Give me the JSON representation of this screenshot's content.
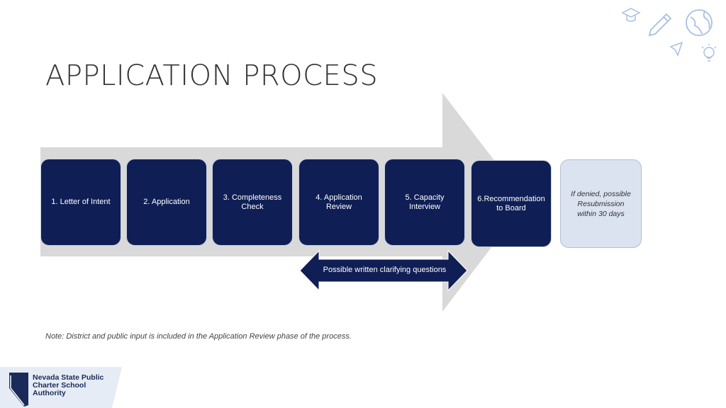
{
  "title": "APPLICATION PROCESS",
  "steps": [
    {
      "label": "1. Letter of Intent"
    },
    {
      "label": "2. Application"
    },
    {
      "label": "3. Completeness Check"
    },
    {
      "label": "4. Application Review"
    },
    {
      "label": "5. Capacity Interview"
    },
    {
      "label": "6.Recommendation to Board"
    }
  ],
  "resubmission": "If denied, possible Resubmission within 30 days",
  "clarifying_arrow": "Possible written clarifying questions",
  "note": "Note: District and public input is included in the Application Review phase of the process.",
  "logo": {
    "text": "Nevada State Public\nCharter School\nAuthority"
  },
  "colors": {
    "step_fill": "#0f1f55",
    "resub_fill": "#dbe3f0",
    "big_arrow": "#d9d9d9",
    "accent": "#1a2a5a"
  },
  "decorative_icons": [
    "graduation-cap-icon",
    "pencil-icon",
    "globe-icon",
    "paper-plane-icon",
    "lightbulb-icon"
  ]
}
